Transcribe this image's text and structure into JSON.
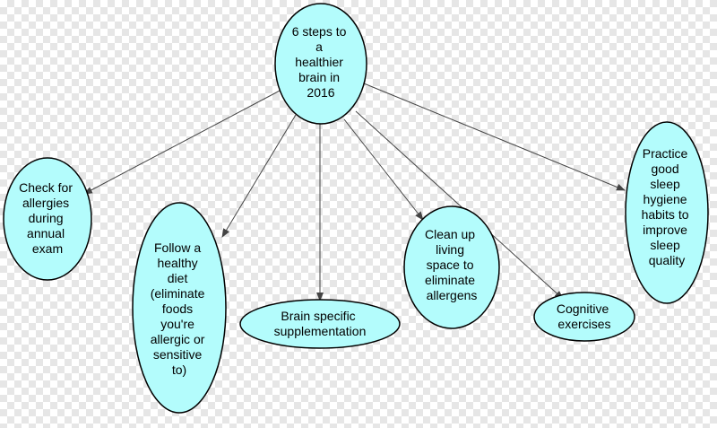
{
  "diagram": {
    "colors": {
      "node_fill": "#b3fcfc",
      "node_stroke": "#000000",
      "edge": "#444444"
    },
    "nodes": {
      "center": {
        "lines": [
          "6 steps to",
          "a",
          "healthier",
          "brain in",
          "2016"
        ]
      },
      "allergies": {
        "lines": [
          "Check for",
          "allergies",
          "during",
          "annual",
          "exam"
        ]
      },
      "diet": {
        "lines": [
          "Follow a",
          "healthy",
          "diet",
          "(eliminate",
          "foods",
          "you're",
          "allergic or",
          "sensitive",
          "to)"
        ]
      },
      "supplementation": {
        "lines": [
          "Brain specific",
          "supplementation"
        ]
      },
      "clean": {
        "lines": [
          "Clean up",
          "living",
          "space to",
          "eliminate",
          "allergens"
        ]
      },
      "cognitive": {
        "lines": [
          "Cognitive",
          "exercises"
        ]
      },
      "sleep": {
        "lines": [
          "Practice",
          "good",
          "sleep",
          "hygiene",
          "habits to",
          "improve",
          "sleep",
          "quality"
        ]
      }
    },
    "edges": [
      {
        "from": "center",
        "to": "allergies"
      },
      {
        "from": "center",
        "to": "diet"
      },
      {
        "from": "center",
        "to": "supplementation"
      },
      {
        "from": "center",
        "to": "clean"
      },
      {
        "from": "center",
        "to": "cognitive"
      },
      {
        "from": "center",
        "to": "sleep"
      }
    ]
  }
}
